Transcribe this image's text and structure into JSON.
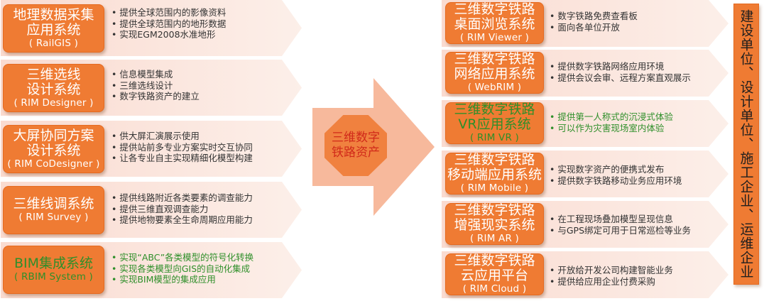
{
  "center_label": [
    "三维数字",
    "铁路资产"
  ],
  "users_label": "建设单位、设计单位、施工企业、运维企业",
  "left_systems": [
    {
      "name_lines": [
        "地理数据采集",
        "应用系统"
      ],
      "code": "( RailGIS )",
      "bullets": [
        "提供全球范围内的影像资料",
        "提供全球范围内的地形数据",
        "实现EGM2008水准地形"
      ]
    },
    {
      "name_lines": [
        "三维选线",
        "设计系统"
      ],
      "code": "( RIM Designer )",
      "bullets": [
        "信息模型集成",
        "三维选线设计",
        "数字铁路资产的建立"
      ]
    },
    {
      "name_lines": [
        "大屏协同方案",
        "设计系统"
      ],
      "code": "( RIM CoDesigner )",
      "bullets": [
        "供大屏汇演展示使用",
        "提供站前多专业方案实时交互协同",
        "让各专业自主实现精细化模型构建"
      ]
    },
    {
      "name_lines": [
        "三维线调系统"
      ],
      "code": "( RIM Survey )",
      "bullets": [
        "提供线路附近各类要素的调查能力",
        "提供三维直观调查能力",
        "提供地物要素全生命周期应用能力"
      ]
    },
    {
      "name_lines": [
        "BIM集成系统"
      ],
      "code": "( RBIM System )",
      "bullets": [
        "实现“ABC”各类模型的符号化转换",
        "实现各类模型向GIS的自动化集成",
        "实现BIM模型的集成应用"
      ]
    }
  ],
  "right_systems": [
    {
      "name_lines": [
        "三维数字铁路",
        "桌面浏览系统"
      ],
      "code": "( RIM Viewer )",
      "bullets": [
        "数字铁路免费查看板",
        "面向各单位开放"
      ]
    },
    {
      "name_lines": [
        "三维数字铁路",
        "网络应用系统"
      ],
      "code": "( WebRIM )",
      "bullets": [
        "提供数字铁路网络应用环境",
        "提供会议会审、远程方案直观展示"
      ]
    },
    {
      "name_lines": [
        "三维数字铁路",
        "VR应用系统"
      ],
      "code": "( RIM VR )",
      "bullets": [
        "提供第一人称式的沉浸式体验",
        "可以作为灾害现场室内体验"
      ]
    },
    {
      "name_lines": [
        "三维数字铁路",
        "移动端应用系统"
      ],
      "code": "( RIM Mobile )",
      "bullets": [
        "实现数字资产的便携式发布",
        "提供数字铁路移动业务应用环境"
      ]
    },
    {
      "name_lines": [
        "三维数字铁路",
        "增强现实系统"
      ],
      "code": "( RIM AR )",
      "bullets": [
        "在工程现场叠加模型呈现信息",
        "与GPS绑定可用于日常巡检等业务"
      ]
    },
    {
      "name_lines": [
        "三维数字铁路",
        "云应用平台"
      ],
      "code": "( RIM Cloud )",
      "bullets": [
        "开放给开发公司构建智能业务",
        "提供给应用企业付费采购"
      ]
    }
  ],
  "colors": {
    "box": "#ef7b33",
    "arrow": "#fbe3d9",
    "center_arrow": "#f7b99c",
    "center_text": "#d12a1a",
    "green_text": "#2f8f2a"
  }
}
